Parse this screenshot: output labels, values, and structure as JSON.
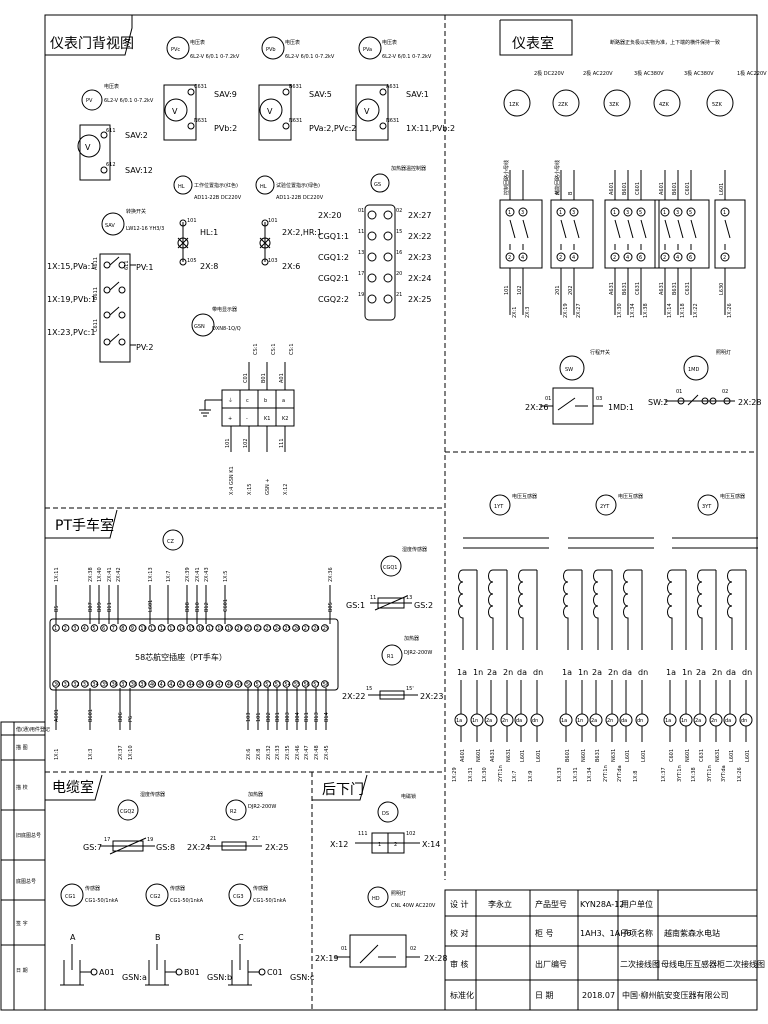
{
  "sections": {
    "panel_back": "仪表门背视图",
    "instrument_room": "仪表室",
    "pt_trolley": "PT手车室",
    "cable_room": "电缆室",
    "rear_door": "后下门"
  },
  "note": "断路器正负极以实物为准，上下端的横件保持一致",
  "meters": [
    {
      "symbol": "PVc",
      "title": "电压表",
      "spec": "6L2-V 6/0.1 0-7.2kV",
      "row1_term": "C631",
      "row1_id": "SAV:9",
      "row2_term": "N631",
      "row2_id": "PVb:2"
    },
    {
      "symbol": "PVb",
      "title": "电压表",
      "spec": "6L2-V 6/0.1 0-7.2kV",
      "row1_term": "B631",
      "row1_id": "SAV:5",
      "row2_term": "N631",
      "row2_id": "PVa:2,PVc:2"
    },
    {
      "symbol": "PVa",
      "title": "电压表",
      "spec": "6L2-V 6/0.1 0-7.2kV",
      "row1_term": "A631",
      "row1_id": "SAV:1",
      "row2_term": "N631",
      "row2_id": "1X:11,PVb:2"
    }
  ],
  "pv": {
    "symbol": "PV",
    "title": "电压表",
    "spec": "6L2-V 6/0.1 0-7.2kV",
    "t1": "611",
    "t1_id": "SAV:2",
    "t2": "612",
    "t2_id": "SAV:12"
  },
  "sav": {
    "symbol": "SAV",
    "title": "转换开关",
    "spec": "LW12-16 YH3/3",
    "left": [
      "1X:15,PVa:1",
      "1X:19,PVb:1",
      "1X:23,PVc:1"
    ],
    "terms": [
      "A611",
      "B611",
      "C611",
      "611"
    ],
    "right": [
      "PV:1",
      "PV:2"
    ]
  },
  "hl1": {
    "symbol": "HL",
    "title": "工作位置指示(红色)",
    "spec": "AD11-22B  DC220V",
    "t1": "101",
    "t1_id": "HL:1",
    "t2": "105",
    "t2_id": "2X:8"
  },
  "hl2": {
    "symbol": "HL",
    "title": "试验位置指示(绿色)",
    "spec": "AD11-22B  DC220V",
    "t1": "101",
    "t1_id": "2X:2,HR:1",
    "t2": "103",
    "t2_id": "2X:6"
  },
  "gs": {
    "symbol": "GS",
    "title": "加热器温控制器",
    "left": [
      "2X:20",
      "CGQ1:1",
      "CGQ1:2",
      "CGQ2:1",
      "CGQ2:2"
    ],
    "left_terms": [
      "01",
      "11",
      "13",
      "17",
      "19"
    ],
    "right_terms": [
      "02",
      "15",
      "16",
      "20",
      "21"
    ],
    "right": [
      "2X:27",
      "2X:22",
      "2X:23",
      "2X:24",
      "2X:25"
    ]
  },
  "gsn": {
    "symbol": "GSN",
    "title": "带电显示器",
    "spec": "DXN8-1Q/Q",
    "top_ids": [
      "C01",
      "B01",
      "A01"
    ],
    "top_refs": [
      "CS:1",
      "CS:1",
      "CS:1"
    ],
    "grid_top": [
      "⏚",
      "c",
      "b",
      "a"
    ],
    "grid_bot": [
      "+",
      "-",
      "K1",
      "K2"
    ],
    "bot_terms": [
      "101",
      "102",
      "",
      "111"
    ],
    "bot_ids": [
      "X:4 GSN K1",
      "X:15",
      "GSN +",
      "X:12"
    ]
  },
  "breakers": [
    {
      "symbol": "1ZK",
      "spec": "2极 DC220V",
      "label": "控制回路小母线",
      "t_top": [
        "1",
        "3"
      ],
      "t_bot": [
        "2",
        "4"
      ],
      "w_top": [],
      "w_bot": [
        "101",
        "102"
      ],
      "w_ids": [
        "2X:1",
        "2X:3"
      ]
    },
    {
      "symbol": "2ZK",
      "spec": "2极 AC220V",
      "label": "储能回路小母线",
      "t_top": [
        "1",
        "3"
      ],
      "t_bot": [
        "2",
        "4"
      ],
      "w_top": [
        "A",
        "B"
      ],
      "w_bot": [
        "201",
        "202"
      ],
      "w_ids": [
        "2X:19",
        "2X:27"
      ]
    },
    {
      "symbol": "3ZK",
      "spec": "3极 AC380V",
      "label": "",
      "t_top": [
        "1",
        "3",
        "5"
      ],
      "t_bot": [
        "2",
        "4",
        "6"
      ],
      "w_top": [
        "A601",
        "B601",
        "C601"
      ],
      "w_bot": [
        "A631",
        "B631",
        "C631"
      ],
      "w_ids": [
        "1X:30",
        "1X:34",
        "1X:38"
      ]
    },
    {
      "symbol": "4ZK",
      "spec": "3极 AC380V",
      "label": "",
      "t_top": [
        "1",
        "3",
        "5"
      ],
      "t_bot": [
        "2",
        "4",
        "6"
      ],
      "w_top": [
        "A601",
        "B601",
        "C601"
      ],
      "w_bot": [
        "A631",
        "B631",
        "C631"
      ],
      "w_ids": [
        "1X:14",
        "1X:18",
        "1X:22"
      ]
    },
    {
      "symbol": "5ZK",
      "spec": "1极 AC220V",
      "label": "",
      "t_top": [
        "1"
      ],
      "t_bot": [
        "2"
      ],
      "w_top": [
        "L601"
      ],
      "w_bot": [
        "L630"
      ],
      "w_ids": [
        "1X:26"
      ]
    }
  ],
  "sw": {
    "symbol": "SW",
    "title": "行程开关",
    "left": "2X:26",
    "t1": "01",
    "t2": "03",
    "right": "1MD:1"
  },
  "md": {
    "symbol": "1MD",
    "title": "照明灯",
    "left": "SW:2",
    "t1": "01",
    "t2": "02",
    "right": "2X:28"
  },
  "pts": [
    {
      "symbol": "1YT",
      "title": "电压互感器"
    },
    {
      "symbol": "2YT",
      "title": "电压互感器"
    },
    {
      "symbol": "3YT",
      "title": "电压互感器"
    }
  ],
  "pt_cols": [
    "1a",
    "1n",
    "2a",
    "2n",
    "da",
    "dn",
    "1a",
    "1n",
    "2a",
    "2n",
    "da",
    "dn",
    "1a",
    "1n",
    "2a",
    "2n",
    "da",
    "dn"
  ],
  "pt_wires": [
    "A601",
    "N601",
    "A631",
    "N631",
    "L601",
    "L601",
    "B601",
    "N601",
    "B631",
    "N631",
    "L601",
    "L601",
    "C601",
    "N601",
    "C631",
    "N631",
    "L601",
    "L601"
  ],
  "pt_ids": [
    "1X:29",
    "1X:31",
    "1X:30",
    "2YT:1n",
    "1X:7",
    "1X:9",
    "1X:33",
    "1X:31",
    "1X:34",
    "2YT:1n",
    "2YT:da",
    "1X:8",
    "1X:37",
    "3YT:1n",
    "1X:38",
    "3YT:1n",
    "3YT:da",
    "1X:26"
  ],
  "plug": {
    "title": "58芯航空插座（PT手车）",
    "cz": "CZ",
    "top_ids": [
      "1X:11",
      "2X:38",
      "1X:40",
      "2X:41",
      "2X:42",
      "1X:13",
      "1X:7",
      "2X:39",
      "2X:41",
      "2X:43",
      "1X:5",
      "2X:36"
    ],
    "top_wires": [
      "B5",
      "B07",
      "B09",
      "B11",
      "L601",
      "B08",
      "B10",
      "B12",
      "C601",
      "B05"
    ],
    "top_nums": [
      "1",
      "2",
      "3",
      "4",
      "5",
      "6",
      "7",
      "8",
      "9",
      "10",
      "11",
      "12",
      "13",
      "14",
      "15",
      "16",
      "17",
      "18",
      "19",
      "20",
      "21",
      "22",
      "23",
      "24",
      "25",
      "26",
      "27",
      "28",
      "29"
    ],
    "bot_nums": [
      "30",
      "31",
      "32",
      "33",
      "34",
      "35",
      "36",
      "37",
      "38",
      "39",
      "40",
      "41",
      "42",
      "43",
      "44",
      "45",
      "46",
      "47",
      "48",
      "49",
      "50",
      "51",
      "52",
      "53",
      "54",
      "55",
      "56",
      "57",
      "58"
    ],
    "bot_wires": [
      "A601",
      "B601",
      "B06",
      "P6",
      "103",
      "101",
      "B02",
      "B01",
      "B03",
      "B04",
      "B11",
      "B13",
      "B14"
    ],
    "bot_ids": [
      "1X:1",
      "1X:3",
      "2X:37",
      "1X:10",
      "2X:6",
      "2X:8",
      "2X:32",
      "2X:33",
      "2X:35",
      "2X:46",
      "2X:47",
      "2X:48",
      "2X:45"
    ]
  },
  "cgq1": {
    "symbol": "CGQ1",
    "title": "湿度传感器",
    "left": "GS:1",
    "t1": "11",
    "t2": "13",
    "right": "GS:2"
  },
  "r1": {
    "symbol": "R1",
    "title": "加热器",
    "spec": "DJR2-200W",
    "left": "2X:22",
    "t1": "15",
    "t2": "15'",
    "right": "2X:23"
  },
  "cgq2": {
    "symbol": "CGQ2",
    "title": "湿度传感器",
    "left": "GS:7",
    "t1": "17",
    "t2": "19",
    "right": "GS:8"
  },
  "r2": {
    "symbol": "R2",
    "title": "加热器",
    "spec": "DJR2-200W",
    "left": "2X:24",
    "t1": "21",
    "t2": "21'",
    "right": "2X:25"
  },
  "ds": {
    "symbol": "DS",
    "title": "电磁锁",
    "left": "X:12",
    "t1": "111",
    "t2": "102",
    "mid": [
      "1",
      "2"
    ],
    "right": "X:14"
  },
  "hd": {
    "symbol": "HD",
    "title": "照明灯",
    "spec": "CNL 40W AC220V",
    "left": "2X:19",
    "t1": "01",
    "t2": "02",
    "right": "2X:28"
  },
  "cgs": [
    {
      "symbol": "CG1",
      "title": "传感器",
      "spec": "CG1-50/1nkA",
      "phase": "A",
      "wire": "A01",
      "id": "GSN:a"
    },
    {
      "symbol": "CG2",
      "title": "传感器",
      "spec": "CG1-50/1nkA",
      "phase": "B",
      "wire": "B01",
      "id": "GSN:b"
    },
    {
      "symbol": "CG3",
      "title": "传感器",
      "spec": "CG1-50/1nkA",
      "phase": "C",
      "wire": "C01",
      "id": "GSN:c"
    }
  ],
  "side_block": [
    "借(通)用件登记",
    "描 图",
    "描 校",
    "旧底图总号",
    "底图总号",
    "签 字",
    "日 期"
  ],
  "title_block": {
    "design_label": "设 计",
    "design": "李永立",
    "check_label": "校 对",
    "review_label": "审 核",
    "std_label": "标准化",
    "model_label": "产品型号",
    "model": "KYN28A-12",
    "cab_label": "柜 号",
    "cab": "1AH3、1AH6",
    "fac_label": "出厂编号",
    "date_label": "日 期",
    "date": "2018.07",
    "user_label": "用户单位",
    "user": "",
    "sub_label": "子项名称",
    "sub": "越南紫森水电站",
    "draw_label": "二次接线图",
    "draw": "母线电压互感器柜二次接线图",
    "company": "中国·柳州航安变压器有限公司"
  }
}
